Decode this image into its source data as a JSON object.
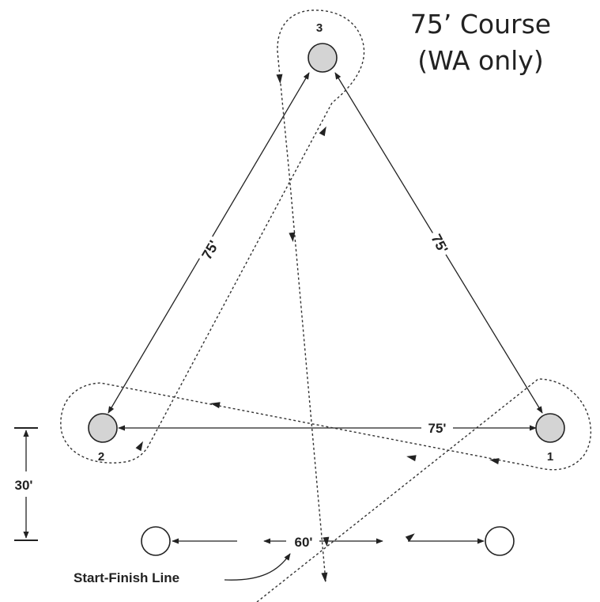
{
  "title": {
    "line1": "75’ Course",
    "line2": "(WA only)"
  },
  "barrels": [
    {
      "label": "3"
    },
    {
      "label": "2"
    },
    {
      "label": "1"
    }
  ],
  "distances": {
    "left_side": "75'",
    "right_side": "75'",
    "base": "75'",
    "start_width": "60'",
    "start_to_barrels": "30'"
  },
  "start_finish_label": "Start-Finish Line",
  "colors": {
    "ink": "#222222",
    "barrel_fill": "#d4d4d4",
    "background": "#ffffff"
  }
}
